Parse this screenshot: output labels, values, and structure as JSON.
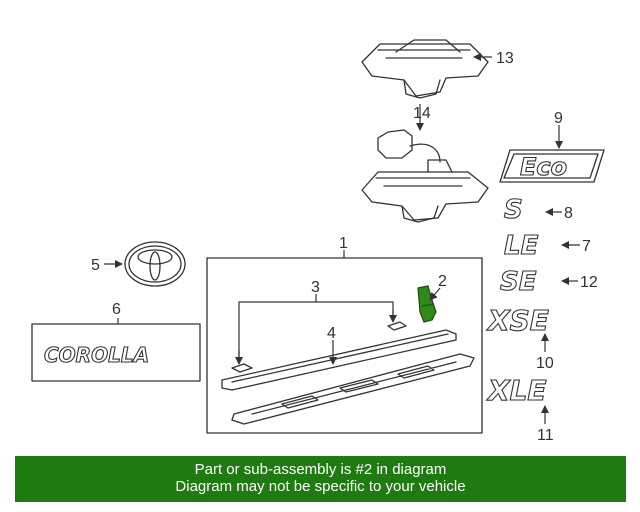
{
  "callouts": {
    "c1": "1",
    "c2": "2",
    "c3": "3",
    "c4": "4",
    "c5": "5",
    "c6": "6",
    "c7": "7",
    "c8": "8",
    "c9": "9",
    "c10": "10",
    "c11": "11",
    "c12": "12",
    "c13": "13",
    "c14": "14"
  },
  "badges": {
    "corolla": "COROLLA",
    "eco": "Eco",
    "s": "S",
    "le": "LE",
    "se": "SE",
    "xse": "XSE",
    "xle": "XLE"
  },
  "banner": {
    "line1": "Part or sub-assembly is #2 in diagram",
    "line2": "Diagram may not be specific to your vehicle"
  },
  "colors": {
    "banner_bg": "#1f7a12",
    "highlight_part": "#2e8b1a",
    "line": "#333333"
  }
}
